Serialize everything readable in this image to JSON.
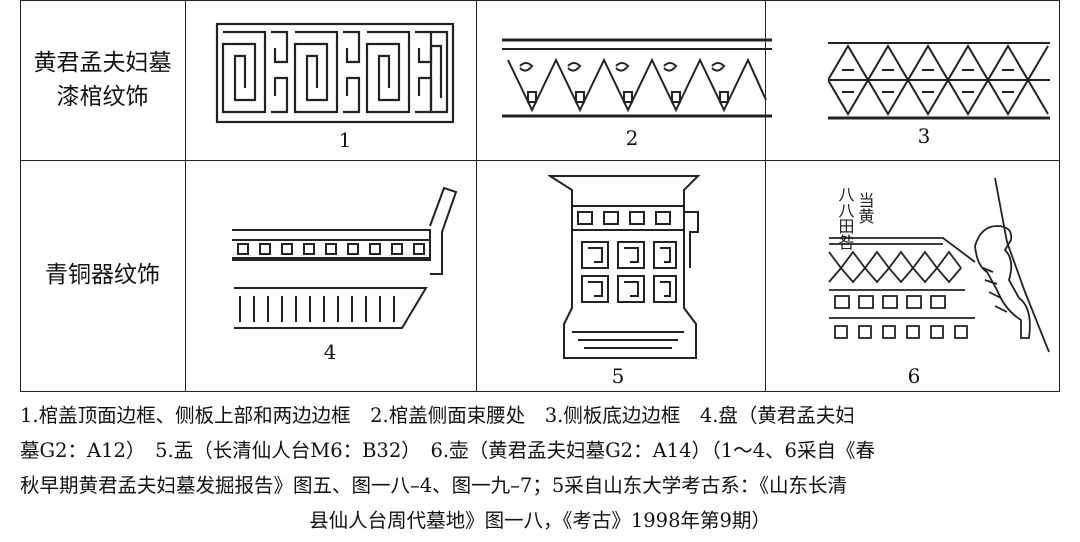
{
  "rows": [
    {
      "label_line1": "黄君孟夫妇墓",
      "label_line2": "漆棺纹饰"
    },
    {
      "label_line1": "青铜器纹饰"
    }
  ],
  "panels": [
    {
      "number": "1",
      "icon": "interlocking-spiral-band-icon"
    },
    {
      "number": "2",
      "icon": "triangle-scroll-band-icon"
    },
    {
      "number": "3",
      "icon": "triangle-lattice-band-icon"
    },
    {
      "number": "4",
      "icon": "bronze-pan-basin-icon"
    },
    {
      "number": "5",
      "icon": "bronze-yu-vessel-icon"
    },
    {
      "number": "6",
      "icon": "bronze-hu-vessel-tiger-icon"
    }
  ],
  "inscription": {
    "col1": "当黄",
    "col2": "八八田咎"
  },
  "caption": {
    "line1": "1.棺盖顶面边框、侧板上部和两边边框　2.棺盖侧面束腰处　3.侧板底边边框　4.盘（黄君孟夫妇",
    "line2": "墓G2：A12）　5.盂（长清仙人台M6：B32）　6.壶（黄君孟夫妇墓G2：A14）（1～4、6采自《春",
    "line3": "秋早期黄君孟夫妇墓发掘报告》图五、图一八–4、图一九–7；5采自山东大学考古系：《山东长清",
    "line4": "县仙人台周代墓地》图一八，《考古》1998年第9期）"
  }
}
